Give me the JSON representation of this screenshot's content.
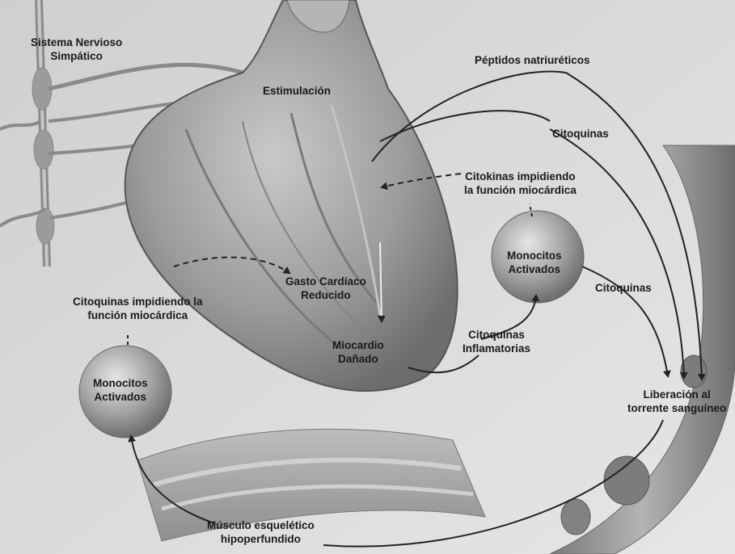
{
  "labels": {
    "sistema_nervioso": [
      "Sistema Nervioso",
      "Simpático"
    ],
    "estimulacion": "Estimulación",
    "peptidos": "Péptidos natriuréticos",
    "citoquinas_top": "Citoquinas",
    "citokinas_impidiendo": [
      "Citokinas impidiendo",
      "la función miocárdica"
    ],
    "monocitos_right": [
      "Monocitos",
      "Activados"
    ],
    "citoquinas_right": "Citoquinas",
    "gasto_cardiaco": [
      "Gasto Cardíaco",
      "Reducido"
    ],
    "citoquinas_impidiendo_left": [
      "Citoquinas impidiendo la",
      "función miocárdica"
    ],
    "miocardio": [
      "Miocardio",
      "Dañado"
    ],
    "citoquinas_inflamatorias": [
      "Citoquinas",
      "Inflamatorias"
    ],
    "monocitos_left": [
      "Monocitos",
      "Activados"
    ],
    "liberacion": [
      "Liberación al",
      "torrente sanguíneo"
    ],
    "musculo": [
      "Músculo esquelético",
      "hipoperfundido"
    ]
  },
  "colors": {
    "background": "#d9d9d9",
    "heart": "#a6a6a6",
    "arrow": "#222222",
    "vessel": "#8c8c8c",
    "cell": "#9a9a9a"
  }
}
